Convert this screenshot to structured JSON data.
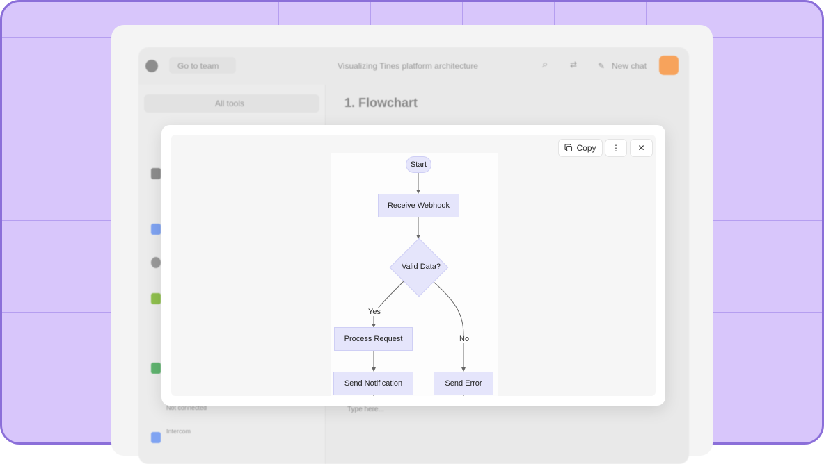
{
  "background": {
    "accent": "#d8c6fb",
    "grid": "#b59ef0",
    "border": "#8b6fd9"
  },
  "app": {
    "team_selector": "Go to team",
    "chat_title": "Visualizing Tines platform architecture",
    "new_chat_label": "New chat",
    "sidebar": {
      "all_tools_label": "All tools",
      "item_intercom": "Intercom",
      "item_not_connected": "Not connected"
    },
    "main": {
      "section_title": "1. Flowchart",
      "input_placeholder": "Type here..."
    }
  },
  "viewer": {
    "copy_label": "Copy",
    "more_label": "⋮",
    "close_label": "✕"
  },
  "flowchart": {
    "nodes": {
      "start": "Start",
      "receive": "Receive Webhook",
      "decision": "Valid Data?",
      "process": "Process Request",
      "notify": "Send Notification",
      "error": "Send Error"
    },
    "edges": {
      "yes": "Yes",
      "no": "No"
    },
    "colors": {
      "node_fill": "#e5e5fb",
      "node_border": "#cfcff5",
      "edge": "#666666"
    }
  }
}
